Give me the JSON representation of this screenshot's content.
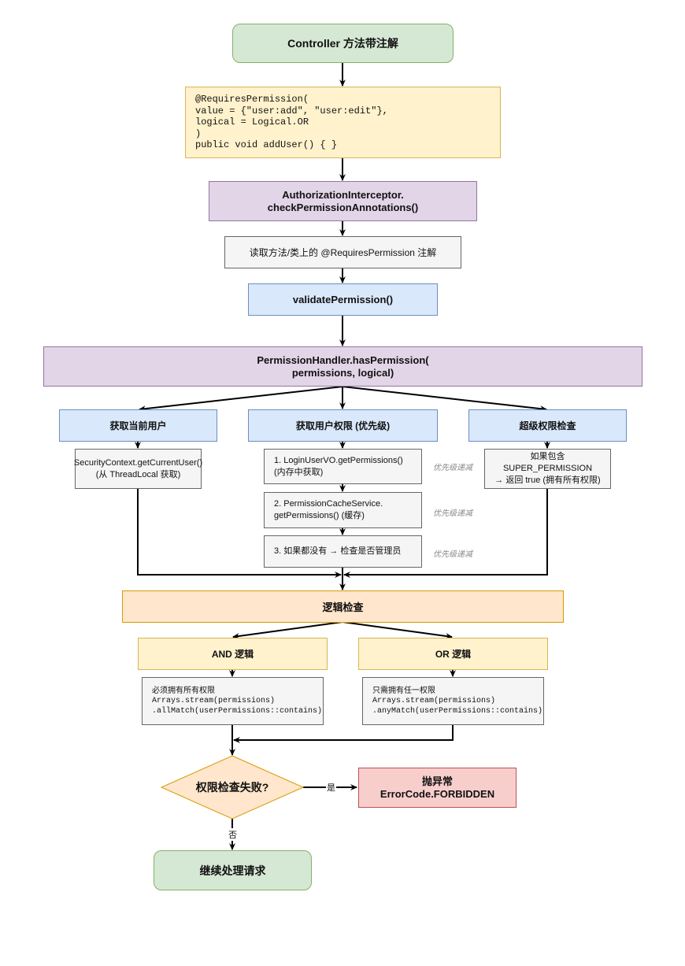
{
  "nodes": {
    "start": "Controller 方法带注解",
    "annotation_code": "@RequiresPermission(\nvalue = {\"user:add\", \"user:edit\"},\nlogical = Logical.OR\n)\npublic void addUser() { }",
    "interceptor": "AuthorizationInterceptor.\ncheckPermissionAnnotations()",
    "read_annotation": "读取方法/类上的 @RequiresPermission 注解",
    "validate": "validatePermission()",
    "handler": "PermissionHandler.hasPermission(\npermissions, logical)",
    "get_user": "获取当前用户",
    "get_user_detail": "SecurityContext.getCurrentUser()\n(从 ThreadLocal 获取)",
    "get_permissions": "获取用户权限 (优先级)",
    "perm_step1": "1. LoginUserVO.getPermissions()\n(内存中获取)",
    "perm_step2": "2. PermissionCacheService.\ngetPermissions() (缓存)",
    "perm_step3": "3. 如果都没有 → 检查是否管理员",
    "super_check": "超级权限检查",
    "super_detail": "如果包含\nSUPER_PERMISSION\n→ 返回 true (拥有所有权限)",
    "logic_check": "逻辑检查",
    "and_logic": "AND 逻辑",
    "and_detail_label": "必须拥有所有权限",
    "and_detail_code": "Arrays.stream(permissions)\n.allMatch(userPermissions::contains)",
    "or_logic": "OR 逻辑",
    "or_detail_label": "只需拥有任一权限",
    "or_detail_code": "Arrays.stream(permissions)\n.anyMatch(userPermissions::contains)",
    "decision": "权限检查失败?",
    "throw": "抛异常\nErrorCode.FORBIDDEN",
    "continue": "继续处理请求"
  },
  "notes": {
    "priority_1": "优先级递减",
    "priority_2": "优先级递减",
    "priority_3": "优先级递减"
  },
  "edge_labels": {
    "yes": "是",
    "no": "否"
  },
  "colors": {
    "green_fill": "#d5e8d4",
    "green_stroke": "#82b366",
    "yellow_fill": "#fff2cc",
    "yellow_stroke": "#d6b656",
    "purple_fill": "#e1d5e7",
    "purple_stroke": "#9673a6",
    "blue_fill": "#dae8fc",
    "blue_stroke": "#6c8ebf",
    "gray_fill": "#f5f5f5",
    "gray_stroke": "#666666",
    "orange_fill": "#ffe6cc",
    "orange_stroke": "#d79b00",
    "red_fill": "#f8cecc",
    "red_stroke": "#b85450"
  }
}
